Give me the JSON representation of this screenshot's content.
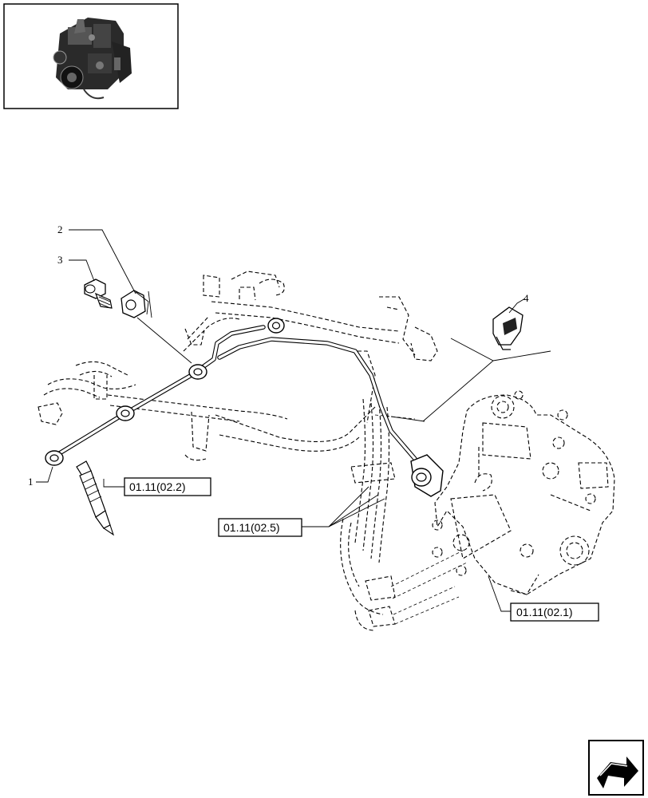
{
  "diagram": {
    "part_callouts": [
      {
        "id": "callout-1",
        "label": "1"
      },
      {
        "id": "callout-2",
        "label": "2"
      },
      {
        "id": "callout-3",
        "label": "3"
      },
      {
        "id": "callout-4",
        "label": "4"
      }
    ],
    "reference_boxes": [
      {
        "id": "ref-injector",
        "label": "01.11(02.2)"
      },
      {
        "id": "ref-fuel-pipes",
        "label": "01.11(02.5)"
      },
      {
        "id": "ref-injection-pump",
        "label": "01.11(02.1)"
      }
    ],
    "icons": {
      "thumbnail": "engine-thumbnail-icon",
      "navigation": "next-page-arrow-icon"
    }
  }
}
